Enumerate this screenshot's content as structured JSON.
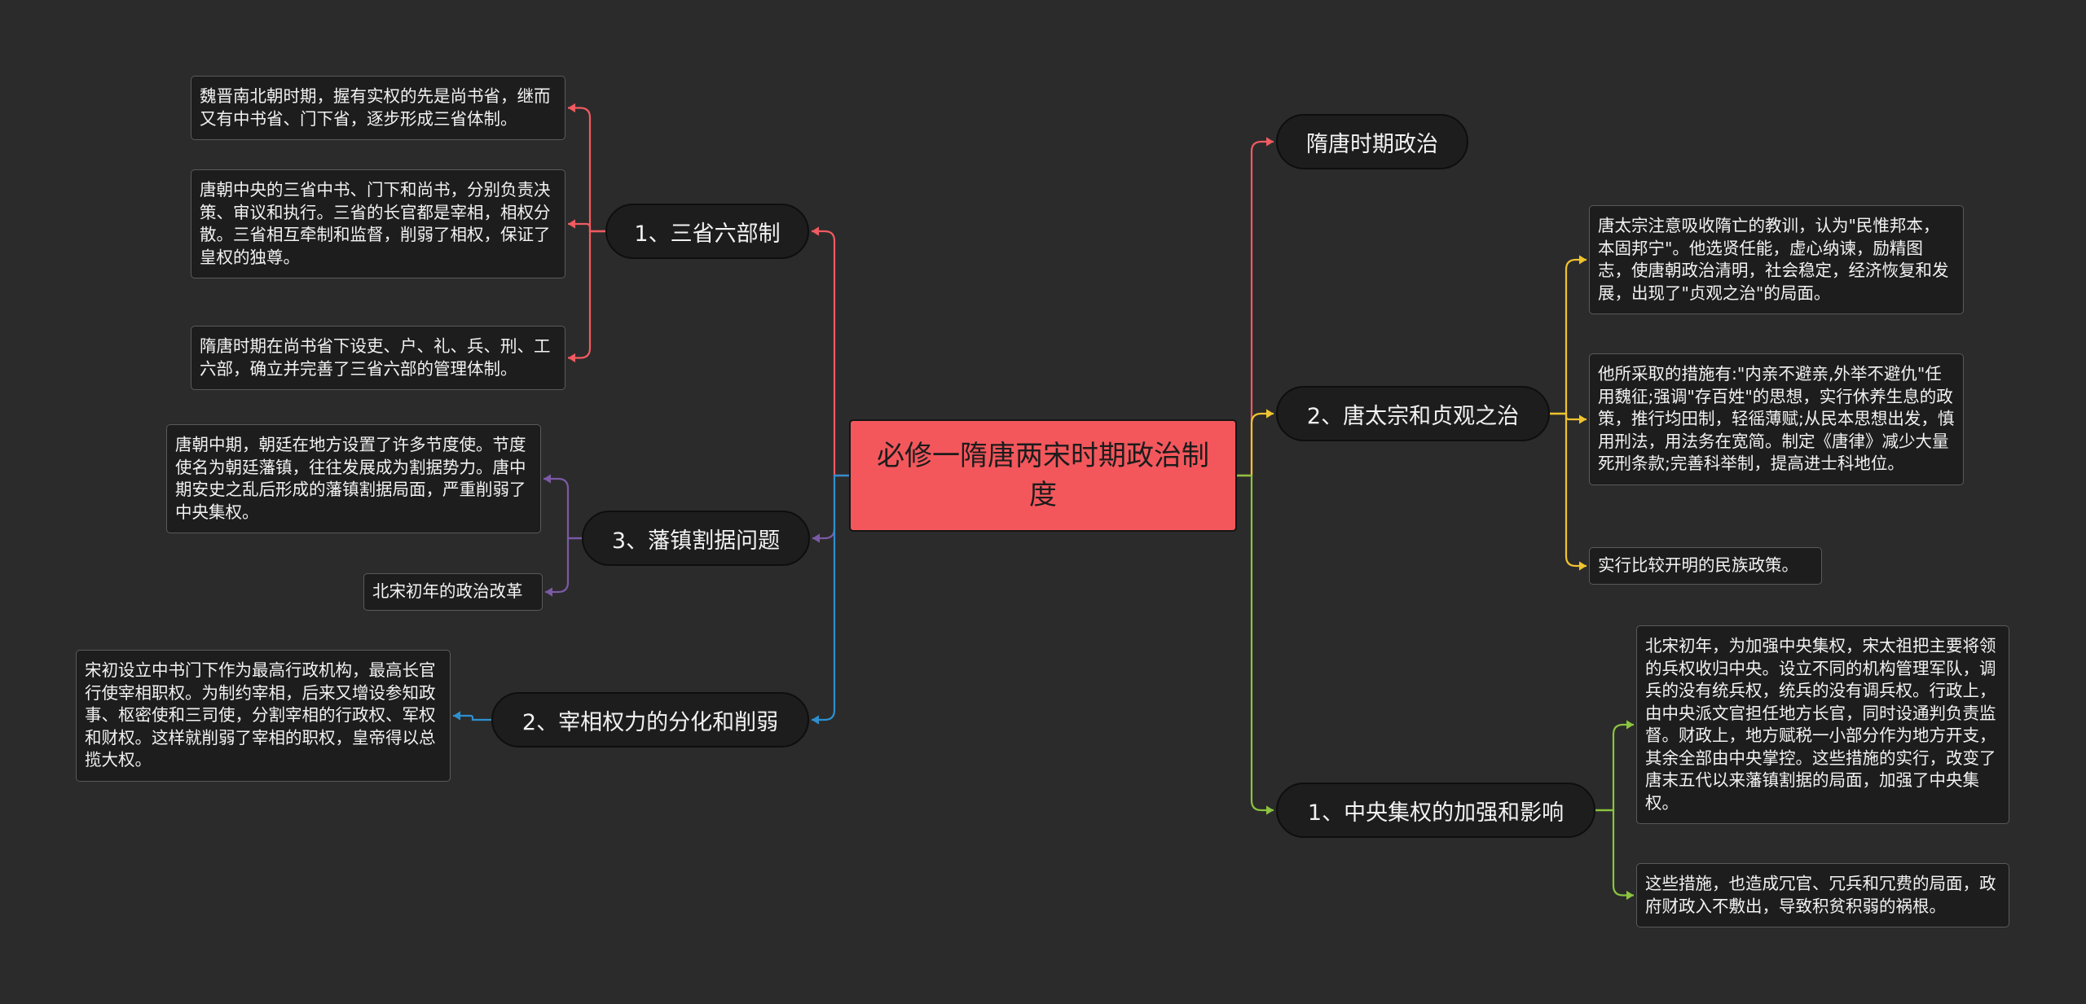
{
  "root": {
    "label": "必修一隋唐两宋时期政治制度"
  },
  "colors": {
    "background": "#2b2b2b",
    "root_fill": "#f3575c",
    "red": "#f05b61",
    "purple": "#7b5aa6",
    "blue": "#2e8fcf",
    "yellow": "#f0c330",
    "green": "#8bc43f"
  },
  "left_branches": [
    {
      "label": "1、三省六部制",
      "children": [
        "魏晋南北朝时期，握有实权的先是尚书省，继而又有中书省、门下省，逐步形成三省体制。",
        "唐朝中央的三省中书、门下和尚书，分别负责决策、审议和执行。三省的长官都是宰相，相权分散。三省相互牵制和监督，削弱了相权，保证了皇权的独尊。",
        "隋唐时期在尚书省下设吏、户、礼、兵、刑、工六部，确立并完善了三省六部的管理体制。"
      ]
    },
    {
      "label": "3、藩镇割据问题",
      "children": [
        "唐朝中期，朝廷在地方设置了许多节度使。节度使名为朝廷藩镇，往往发展成为割据势力。唐中期安史之乱后形成的藩镇割据局面，严重削弱了中央集权。",
        "北宋初年的政治改革"
      ]
    },
    {
      "label": "2、宰相权力的分化和削弱",
      "children": [
        "宋初设立中书门下作为最高行政机构，最高长官行使宰相职权。为制约宰相，后来又增设参知政事、枢密使和三司使，分割宰相的行政权、军权和财权。这样就削弱了宰相的职权，皇帝得以总揽大权。"
      ]
    }
  ],
  "right_branches": [
    {
      "label": "隋唐时期政治",
      "children": []
    },
    {
      "label": "2、唐太宗和贞观之治",
      "children": [
        "唐太宗注意吸收隋亡的教训，认为\"民惟邦本，本固邦宁\"。他选贤任能，虚心纳谏，励精图志，使唐朝政治清明，社会稳定，经济恢复和发展，出现了\"贞观之治\"的局面。",
        "他所采取的措施有:\"内亲不避亲,外举不避仇\"任用魏征;强调\"存百姓\"的思想，实行休养生息的政策，推行均田制，轻徭薄赋;从民本思想出发，慎用刑法，用法务在宽简。制定《唐律》减少大量死刑条款;完善科举制，提高进士科地位。",
        "实行比较开明的民族政策。"
      ]
    },
    {
      "label": "1、中央集权的加强和影响",
      "children": [
        "北宋初年，为加强中央集权，宋太祖把主要将领的兵权收归中央。设立不同的机构管理军队，调兵的没有统兵权，统兵的没有调兵权。行政上，由中央派文官担任地方长官，同时设通判负责监督。财政上，地方赋税一小部分作为地方开支，其余全部由中央掌控。这些措施的实行，改变了唐末五代以来藩镇割据的局面，加强了中央集权。",
        "这些措施，也造成冗官、冗兵和冗费的局面，政府财政入不敷出，导致积贫积弱的祸根。"
      ]
    }
  ]
}
